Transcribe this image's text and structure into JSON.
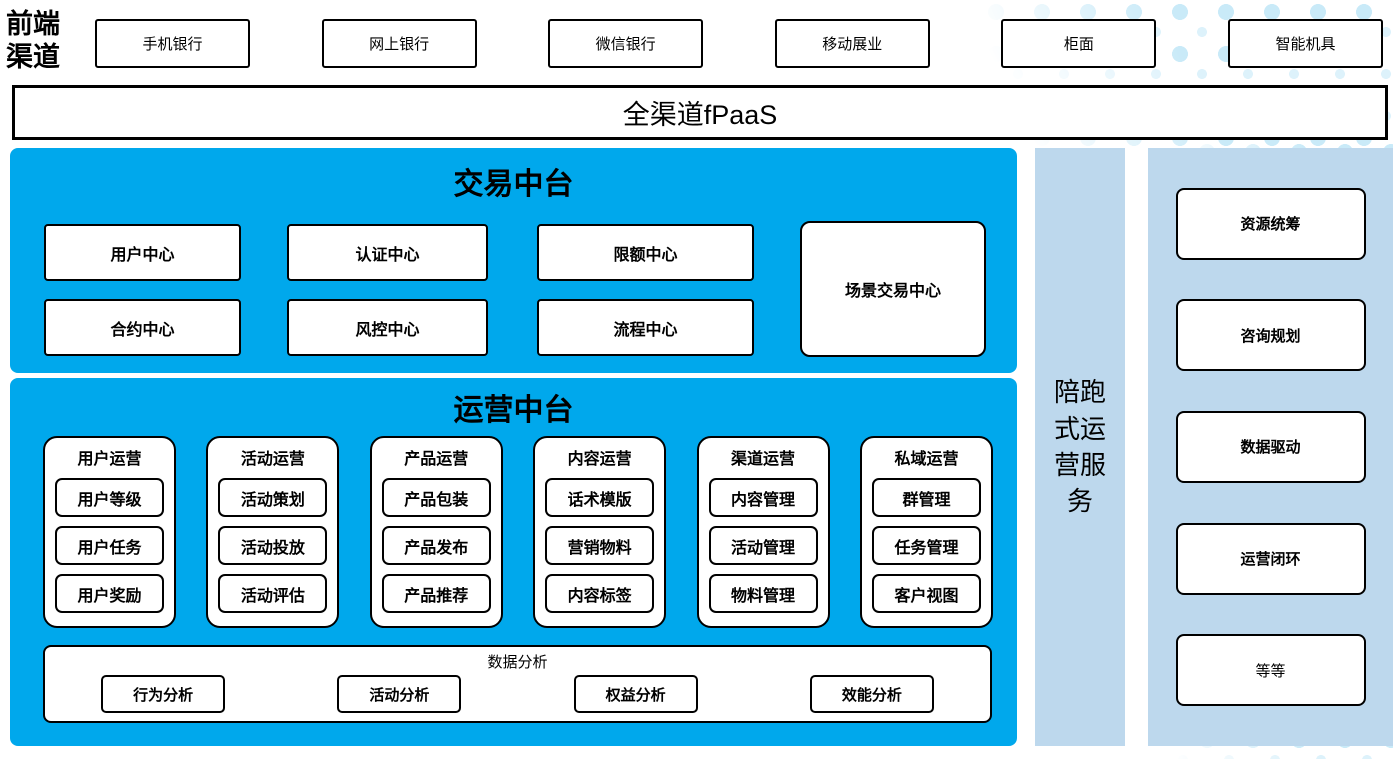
{
  "colors": {
    "platform_blue": "#00a8ec",
    "panel_light_blue": "#bdd8ed",
    "dot_blue": "#c9eaf8",
    "border_black": "#000000"
  },
  "frontend": {
    "label": "前端渠道",
    "channels": [
      "手机银行",
      "网上银行",
      "微信银行",
      "移动展业",
      "柜面",
      "智能机具"
    ]
  },
  "fpaas": {
    "label": "全渠道fPaaS"
  },
  "transaction_platform": {
    "title": "交易中台",
    "centers": [
      "用户中心",
      "认证中心",
      "限额中心",
      "合约中心",
      "风控中心",
      "流程中心"
    ],
    "scenario_center": "场景交易中心"
  },
  "operation_platform": {
    "title": "运营中台",
    "groups": [
      {
        "header": "用户运营",
        "items": [
          "用户等级",
          "用户任务",
          "用户奖励"
        ]
      },
      {
        "header": "活动运营",
        "items": [
          "活动策划",
          "活动投放",
          "活动评估"
        ]
      },
      {
        "header": "产品运营",
        "items": [
          "产品包装",
          "产品发布",
          "产品推荐"
        ]
      },
      {
        "header": "内容运营",
        "items": [
          "话术模版",
          "营销物料",
          "内容标签"
        ]
      },
      {
        "header": "渠道运营",
        "items": [
          "内容管理",
          "活动管理",
          "物料管理"
        ]
      },
      {
        "header": "私域运营",
        "items": [
          "群管理",
          "任务管理",
          "客户视图"
        ]
      }
    ],
    "data_analysis": {
      "title": "数据分析",
      "items": [
        "行为分析",
        "活动分析",
        "权益分析",
        "效能分析"
      ]
    }
  },
  "companion_service": {
    "label": "陪跑式运营服务"
  },
  "service_panel": {
    "items": [
      "资源统筹",
      "咨询规划",
      "数据驱动",
      "运营闭环",
      "等等"
    ]
  }
}
